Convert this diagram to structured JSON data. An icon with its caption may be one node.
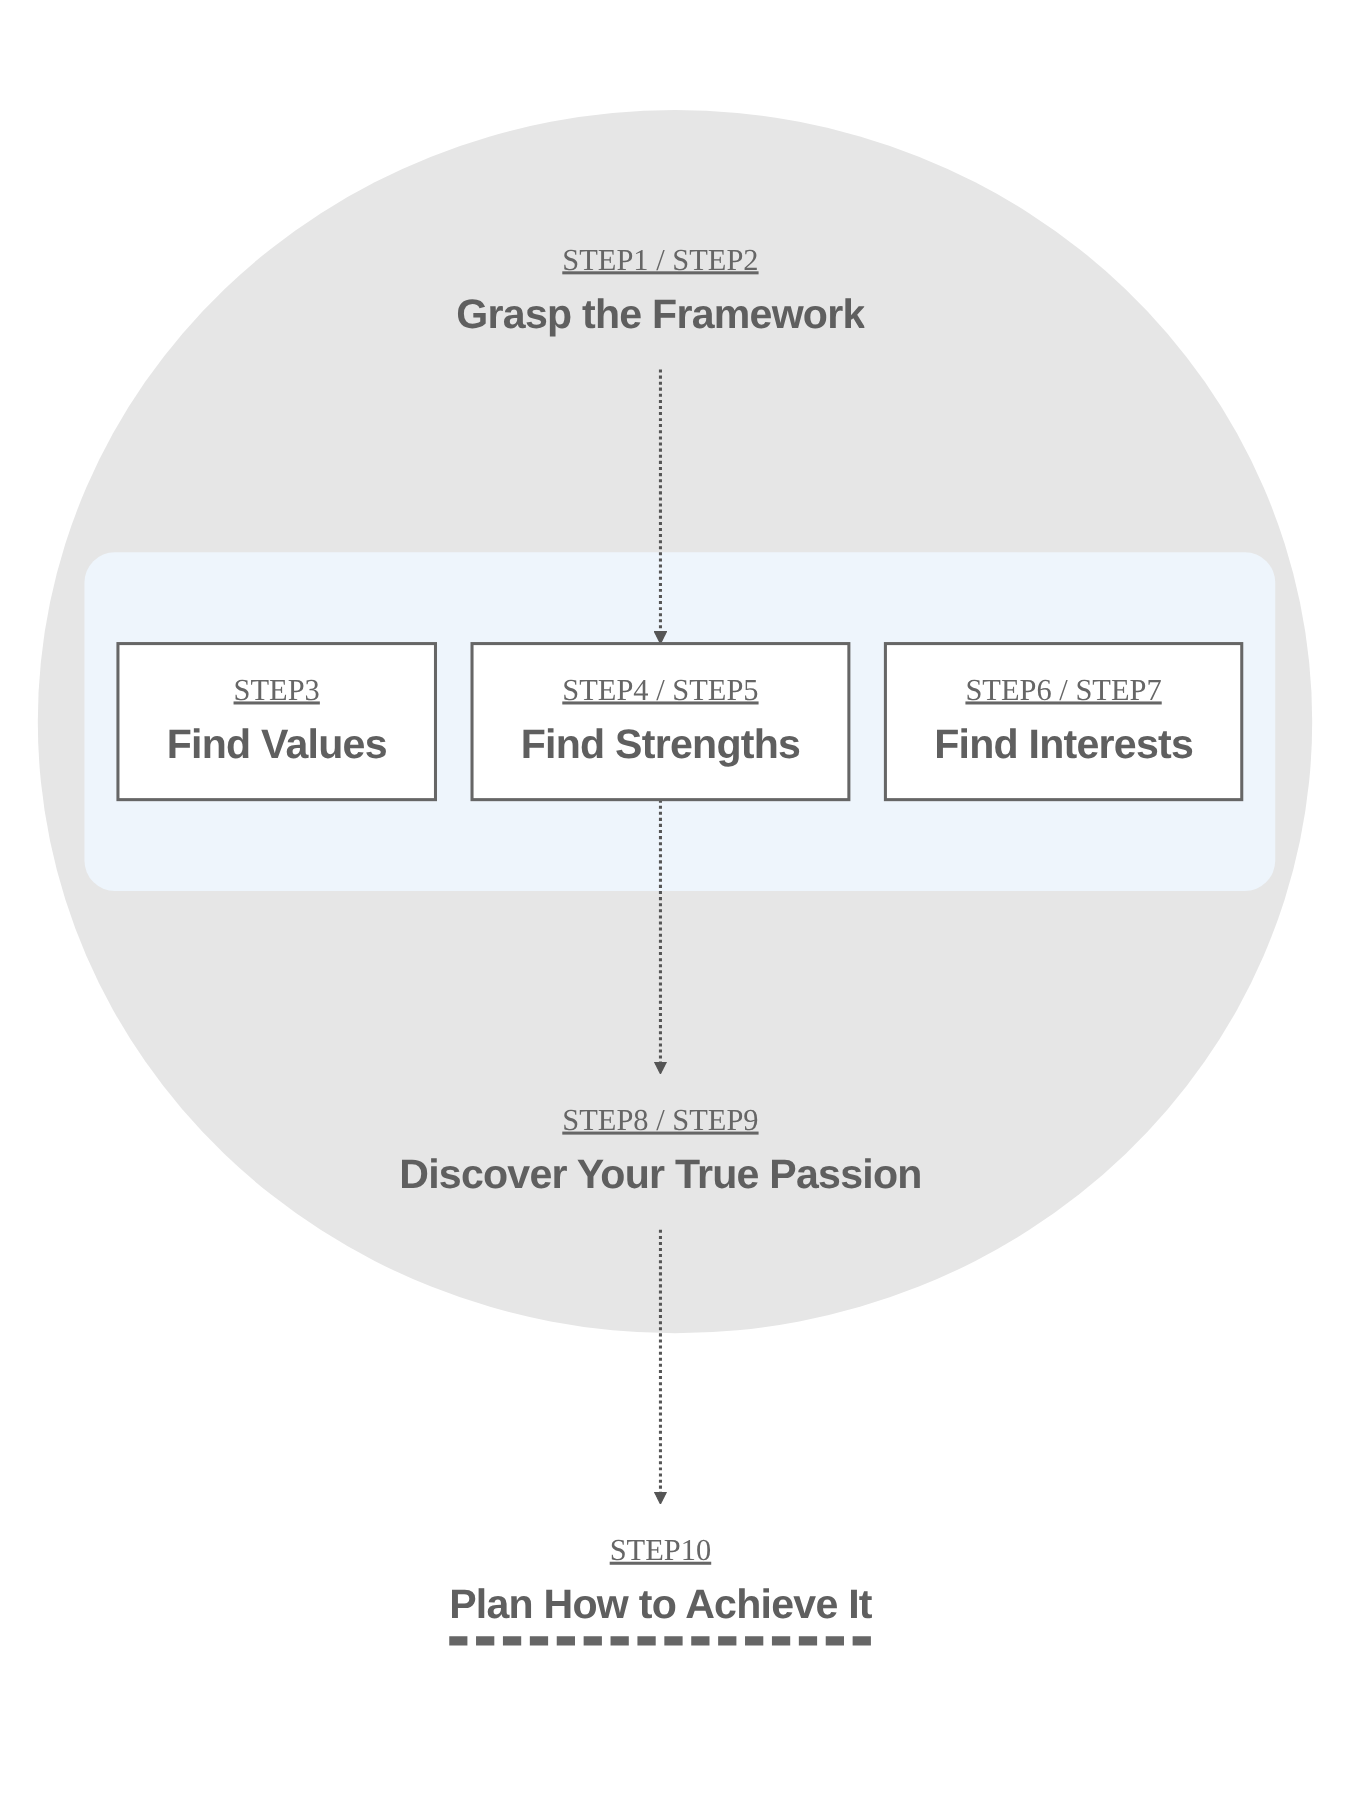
{
  "diagram": {
    "nodes": [
      {
        "text": [],
        "shape": "circle"
      },
      {
        "text": [
          "STEP1 / STEP2",
          "Grasp the Framework"
        ],
        "in": 0
      },
      {
        "text": [],
        "shape": "box",
        "in": 0
      },
      {
        "text": [
          "STEP3",
          "Find Values"
        ],
        "in": 2
      },
      {
        "text": [
          "STEP4 / STEP5",
          "Find Strengths"
        ],
        "in": 2
      },
      {
        "text": [
          "STEP6 / STEP7",
          "Find Interests"
        ],
        "in": 2
      },
      {
        "text": [
          "STEP8 / STEP9",
          "Discover Your True Passion"
        ],
        "in": 0
      },
      {
        "text": [
          "STEP10",
          "Plan How to Achieve It"
        ]
      }
    ],
    "edges": [
      {
        "from": 1,
        "to": 4,
        "arrow": "to",
        "style": "dashed"
      },
      {
        "from": 4,
        "to": 6,
        "arrow": "to",
        "style": "dashed"
      },
      {
        "from": 6,
        "to": 7,
        "arrow": "to",
        "style": "dashed"
      }
    ]
  }
}
